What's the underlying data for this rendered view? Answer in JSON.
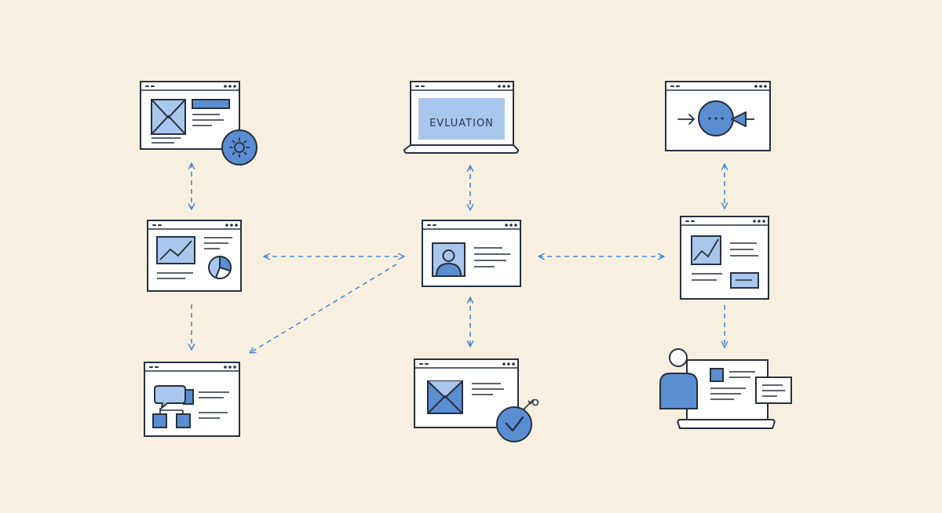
{
  "colors": {
    "background": "#f7f0e0",
    "stroke": "#26303f",
    "accent": "#5b8ed1",
    "accent_light": "#a9c6ec",
    "arrow": "#4b87cf",
    "panel": "#ffffff"
  },
  "nodes": [
    {
      "id": "email-settings-window",
      "icons": [
        "envelope-icon",
        "gear-icon"
      ]
    },
    {
      "id": "evaluation-laptop",
      "label": "EVLUATION",
      "icons": [
        "laptop-icon"
      ]
    },
    {
      "id": "process-window",
      "icons": [
        "arrow-right-icon",
        "ellipsis-icon",
        "arrow-left-icon"
      ]
    },
    {
      "id": "analytics-window",
      "icons": [
        "line-chart-icon",
        "pie-chart-icon"
      ]
    },
    {
      "id": "profile-window",
      "icons": [
        "user-icon"
      ]
    },
    {
      "id": "report-window",
      "icons": [
        "line-chart-icon"
      ]
    },
    {
      "id": "flowchart-window",
      "icons": [
        "speech-bubble-icon",
        "flowchart-icon"
      ]
    },
    {
      "id": "email-approved-window",
      "icons": [
        "envelope-icon",
        "checkmark-badge-icon"
      ]
    },
    {
      "id": "presenter-laptop",
      "icons": [
        "person-icon",
        "laptop-icon",
        "chat-card-icon"
      ]
    }
  ],
  "connections": [
    {
      "from": "email-settings-window",
      "to": "analytics-window",
      "style": "dashed",
      "direction": "both"
    },
    {
      "from": "evaluation-laptop",
      "to": "profile-window",
      "style": "dashed",
      "direction": "both"
    },
    {
      "from": "process-window",
      "to": "report-window",
      "style": "dashed",
      "direction": "both"
    },
    {
      "from": "analytics-window",
      "to": "profile-window",
      "style": "dashed",
      "direction": "both"
    },
    {
      "from": "profile-window",
      "to": "report-window",
      "style": "dashed",
      "direction": "both"
    },
    {
      "from": "analytics-window",
      "to": "flowchart-window",
      "style": "dashed",
      "direction": "forward"
    },
    {
      "from": "profile-window",
      "to": "flowchart-window",
      "style": "dashed",
      "direction": "forward"
    },
    {
      "from": "profile-window",
      "to": "email-approved-window",
      "style": "dashed",
      "direction": "both"
    },
    {
      "from": "report-window",
      "to": "presenter-laptop",
      "style": "dashed",
      "direction": "forward"
    }
  ]
}
